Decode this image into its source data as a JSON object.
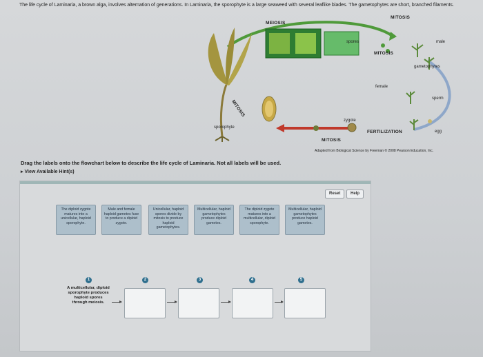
{
  "intro_text": "The life cycle of Laminaria, a brown alga, involves alternation of generations. In Laminaria, the sporophyte is a large seaweed with several leaflike blades. The gametophytes are short, branched filaments.",
  "figure": {
    "meiosis": "MEIOSIS",
    "spores": "spores",
    "mitosis_top": "MITOSIS",
    "mitosis_mid": "MITOSIS",
    "male": "male",
    "gametophytes": "gametophytes",
    "female": "female",
    "sperm": "sperm",
    "egg": "egg",
    "fertilization": "FERTILIZATION",
    "zygote": "zygote",
    "mitosis_bottom": "MITOSIS",
    "mitosis_sporophyte": "MITOSIS",
    "sporophyte": "sporophyte",
    "credit": "Adapted from Biological Science by Freeman © 2008 Pearson Education, Inc."
  },
  "instruction": "Drag the labels onto the flowchart below to describe the life cycle of Laminaria. Not all labels will be used.",
  "hint_link": "View Available Hint(s)",
  "buttons": {
    "reset": "Reset",
    "help": "Help"
  },
  "tiles": [
    "The diploid zygote matures into a unicellular, haploid sporophyte.",
    "Male and female haploid gametes fuse to produce a diploid zygote.",
    "Unicellular, haploid spores divide by mitosis to produce haploid gametophytes.",
    "Multicellular, haploid gametophytes produce diploid gametes.",
    "The diploid zygote matures into a multicellular, diploid sporophyte.",
    "Multicellular, haploid gametophytes produce haploid gametes."
  ],
  "steps": [
    "1",
    "2",
    "3",
    "4",
    "5"
  ],
  "step1_text": "A multicellular, diploid sporophyte produces haploid spores through meiosis.",
  "colors": {
    "tile": "#adbfcb",
    "step": "#2f6f8e",
    "green": "#4f9a3a",
    "red": "#c0392b"
  }
}
